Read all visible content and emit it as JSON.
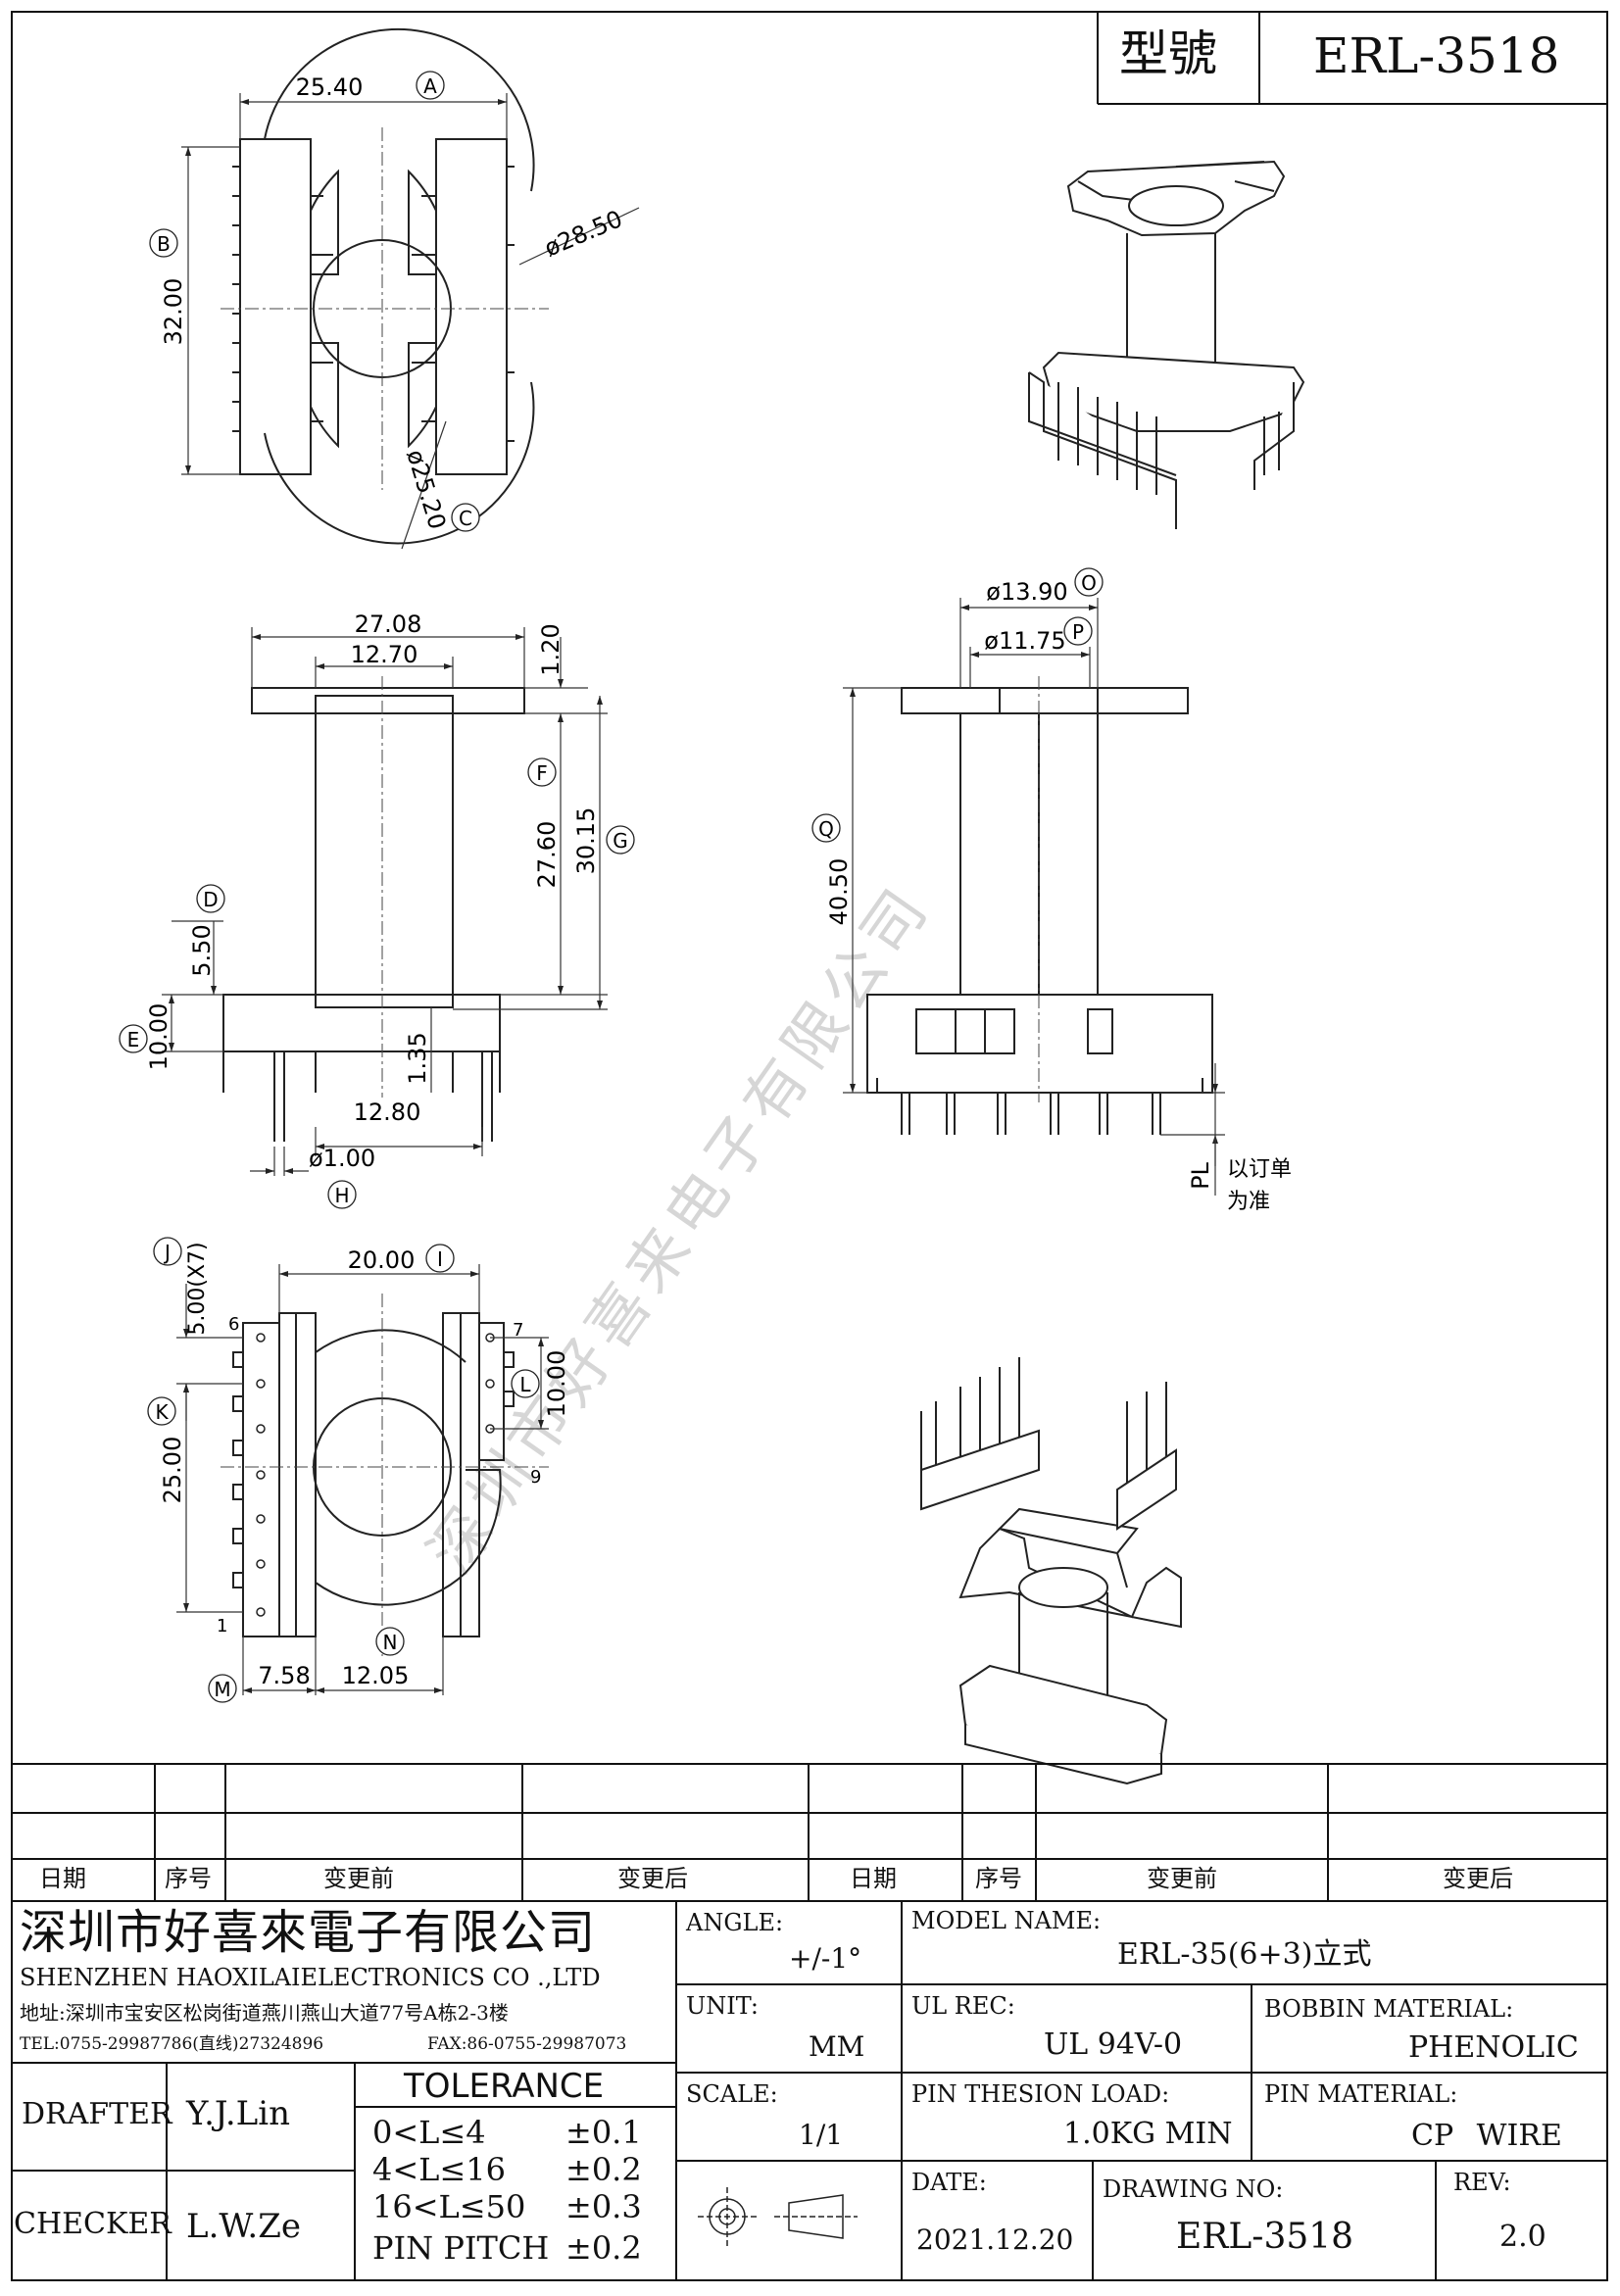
{
  "header": {
    "model_label": "型號",
    "model_value": "ERL-3518"
  },
  "dims": {
    "top_view": {
      "width": "25.40",
      "width_tag": "A",
      "height": "32.00",
      "height_tag": "B",
      "outer_dia": "ø28.50",
      "inner_dia": "ø25.20",
      "inner_tag": "C"
    },
    "front_view": {
      "flange_w": "27.08",
      "slot_w": "12.70",
      "flange_t": "1.20",
      "f_dim": "27.60",
      "f_tag": "F",
      "g_dim": "30.15",
      "g_tag": "G",
      "d_dim": "5.50",
      "d_tag": "D",
      "e_dim": "10.00",
      "e_tag": "E",
      "gap": "1.35",
      "pin_span": "12.80",
      "pin_dia": "ø1.00",
      "pin_tag": "H"
    },
    "side_view": {
      "o_dim": "ø13.90",
      "o_tag": "O",
      "p_dim": "ø11.75",
      "p_tag": "P",
      "q_dim": "40.50",
      "q_tag": "Q",
      "pl": "PL",
      "note1": "以订单",
      "note2": "为准"
    },
    "bottom_view": {
      "j_dim": "5.00(X7)",
      "j_tag": "J",
      "i_dim": "20.00",
      "i_tag": "I",
      "k_dim": "25.00",
      "k_tag": "K",
      "l_dim": "10.00",
      "l_tag": "L",
      "m_dim": "7.58",
      "m_tag": "M",
      "n_dim": "12.05",
      "n_tag": "N",
      "pin1": "1",
      "pin6": "6",
      "pin7": "7",
      "pin9": "9"
    }
  },
  "watermark": "深圳市好喜来电子有限公司",
  "revision_table": {
    "headers": [
      "日期",
      "序号",
      "变更前",
      "变更后",
      "日期",
      "序号",
      "变更前",
      "变更后"
    ]
  },
  "company": {
    "name_cn": "深圳市好喜來電子有限公司",
    "name_en": "SHENZHEN HAOXILAIELECTRONICS CO .,LTD",
    "address": "地址:深圳市宝安区松岗街道燕川燕山大道77号A栋2-3楼",
    "tel": "TEL:0755-29987786(直线)27324896",
    "fax": "FAX:86-0755-29987073"
  },
  "title_block": {
    "angle_label": "ANGLE:",
    "angle_value": "+/-1°",
    "unit_label": "UNIT:",
    "unit_value": "MM",
    "scale_label": "SCALE:",
    "scale_value": "1/1",
    "model_name_label": "MODEL NAME:",
    "model_name_value": "ERL-35(6+3)立式",
    "ul_label": "UL REC:",
    "ul_value": "UL 94V-0",
    "bobbin_label": "BOBBIN MATERIAL:",
    "bobbin_value": "PHENOLIC",
    "pin_load_label": "PIN THESION LOAD:",
    "pin_load_value": "1.0KG MIN",
    "pin_mat_label": "PIN MATERIAL:",
    "pin_mat_value": "CP WIRE",
    "date_label": "DATE:",
    "date_value": "2021.12.20",
    "drawing_no_label": "DRAWING NO:",
    "drawing_no_value": "ERL-3518",
    "rev_label": "REV:",
    "rev_value": "2.0",
    "drafter_label": "DRAFTER",
    "drafter_value": "Y.J.Lin",
    "checker_label": "CHECKER",
    "checker_value": "L.W.Ze",
    "tolerance_title": "TOLERANCE",
    "tolerance_rows": [
      {
        "range": "0<L≤4",
        "tol": "±0.1"
      },
      {
        "range": "4<L≤16",
        "tol": "±0.2"
      },
      {
        "range": "16<L≤50",
        "tol": "±0.3"
      },
      {
        "range": "PIN PITCH",
        "tol": "±0.2"
      }
    ]
  }
}
